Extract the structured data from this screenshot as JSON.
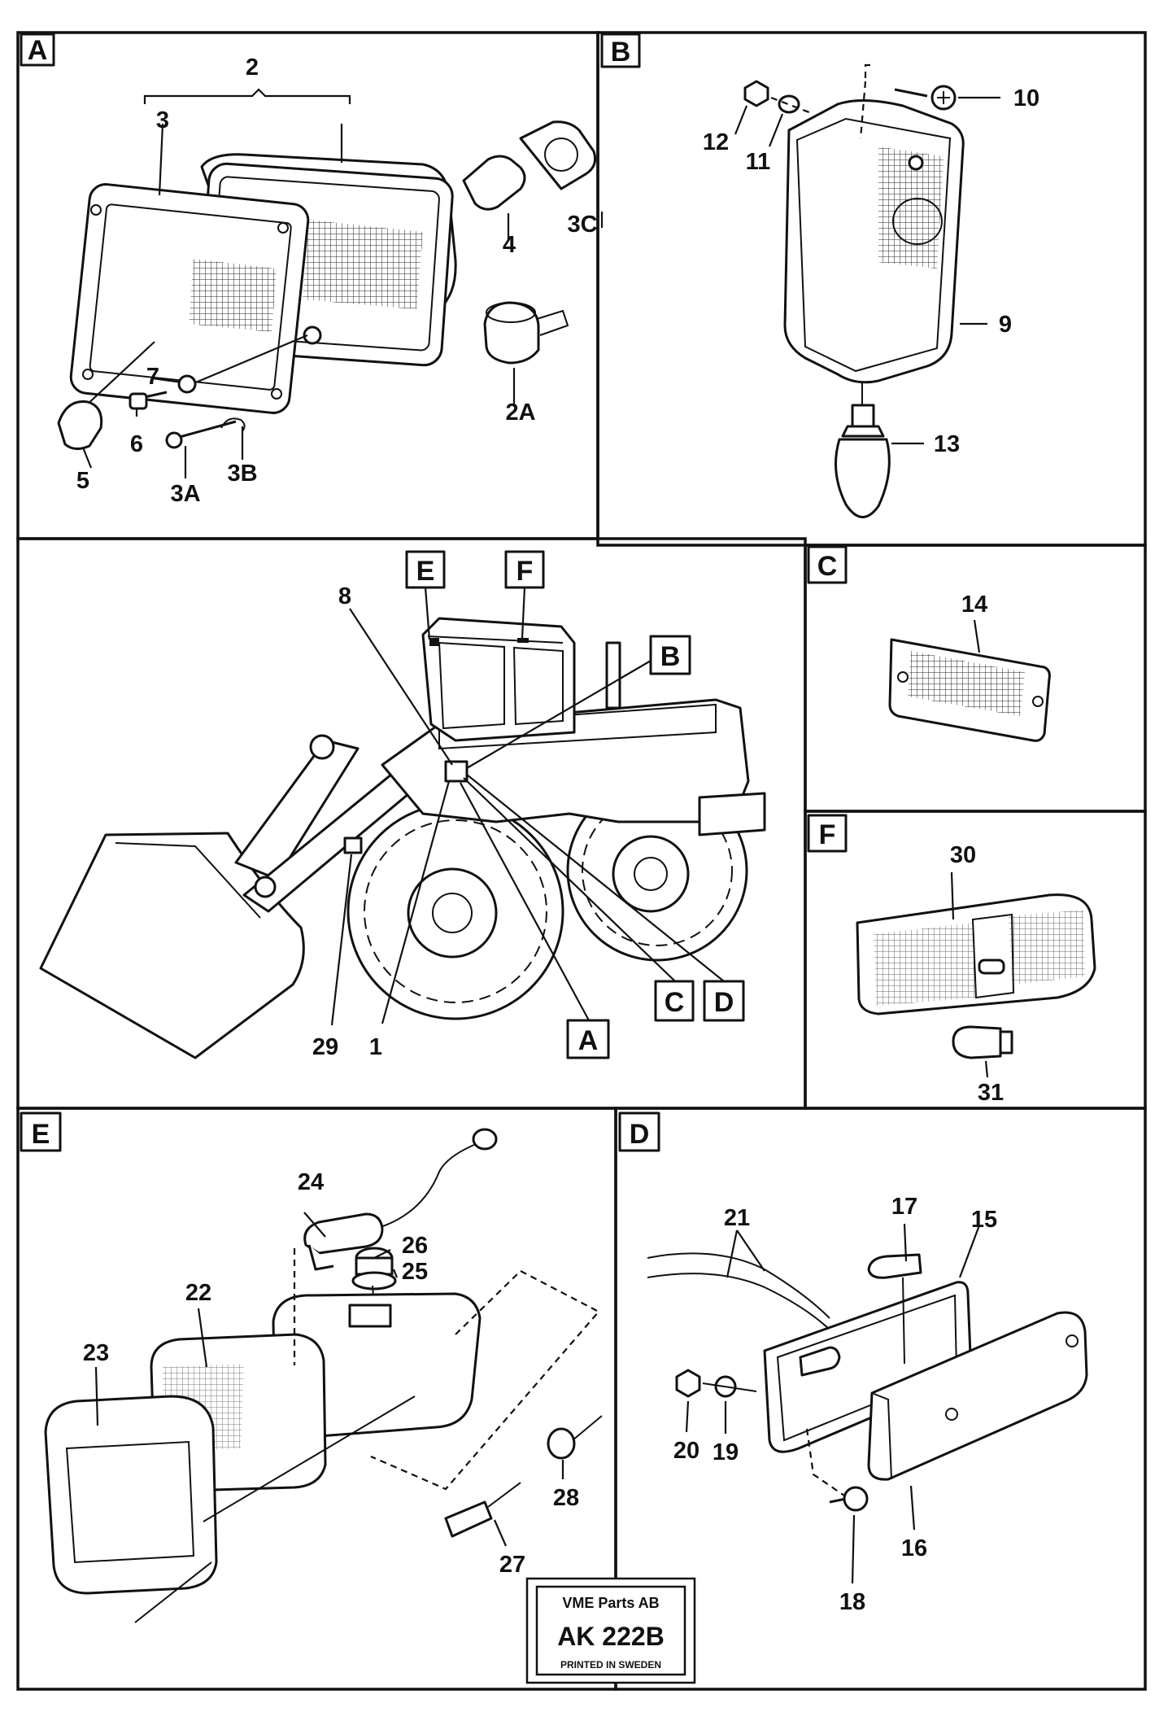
{
  "sections": [
    {
      "id": "A",
      "parts": [
        "2",
        "3",
        "4",
        "3C",
        "2A",
        "7",
        "6",
        "5",
        "3A",
        "3B"
      ]
    },
    {
      "id": "B",
      "parts": [
        "10",
        "12",
        "11",
        "9",
        "13"
      ]
    },
    {
      "id": "overview",
      "parts": [
        "8",
        "29",
        "1"
      ],
      "callouts": [
        "E",
        "F",
        "B",
        "C",
        "D",
        "A"
      ]
    },
    {
      "id": "C",
      "parts": [
        "14"
      ]
    },
    {
      "id": "F",
      "parts": [
        "30",
        "31"
      ]
    },
    {
      "id": "E",
      "parts": [
        "24",
        "26",
        "25",
        "22",
        "23",
        "28",
        "27"
      ]
    },
    {
      "id": "D",
      "parts": [
        "21",
        "17",
        "15",
        "20",
        "19",
        "16",
        "18"
      ]
    }
  ],
  "stamp": {
    "company": "VME Parts AB",
    "code": "AK 222B",
    "printed": "PRINTED IN SWEDEN"
  }
}
